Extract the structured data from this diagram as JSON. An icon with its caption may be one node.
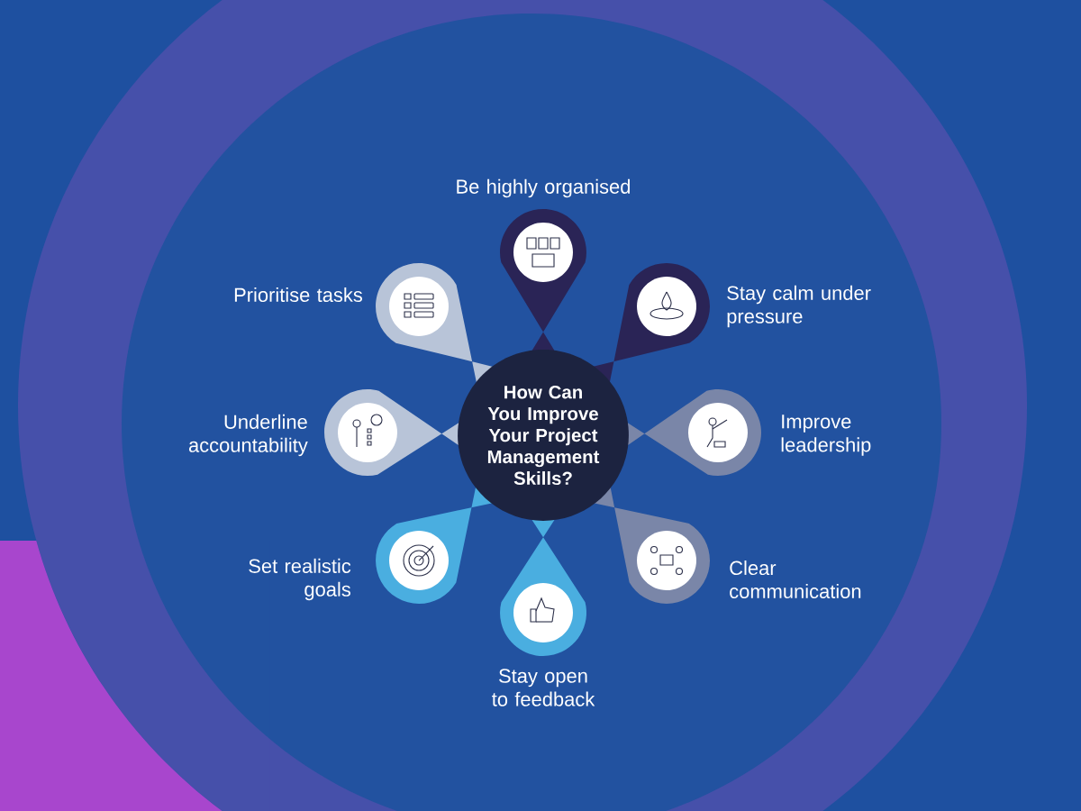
{
  "diagram": {
    "nodes": [
      {
        "text": [
          "How Can You Improve Your Project Management Skills?"
        ]
      },
      {
        "text": [
          "Be highly organised"
        ]
      },
      {
        "text": [
          "Stay calm under pressure"
        ]
      },
      {
        "text": [
          "Improve leadership"
        ]
      },
      {
        "text": [
          "Clear communication"
        ]
      },
      {
        "text": [
          "Stay open to feedback"
        ]
      },
      {
        "text": [
          "Set realistic goals"
        ]
      },
      {
        "text": [
          "Underline accountability"
        ]
      },
      {
        "text": [
          "Prioritise tasks"
        ]
      }
    ]
  }
}
